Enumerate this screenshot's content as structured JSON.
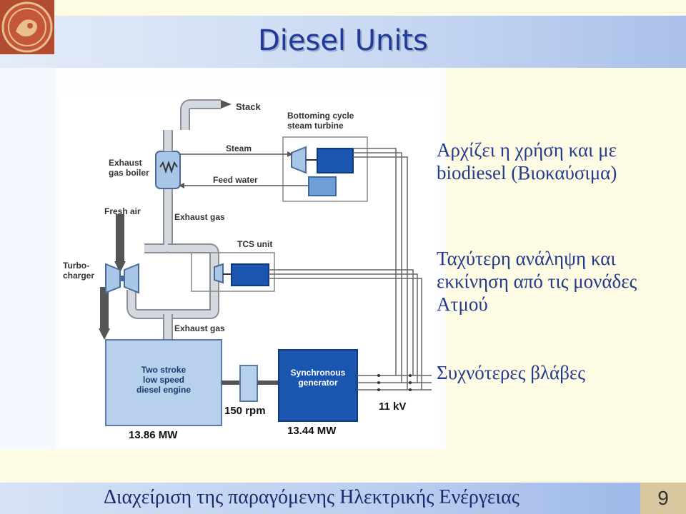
{
  "slide": {
    "title": "Diesel Units",
    "bullets": [
      "Αρχίζει η χρήση και με biodiesel (Βιοκαύσιμα)",
      "Ταχύτερη ανάληψη και εκκίνηση από τις μονάδες Ατμού",
      "Συχνότερες βλάβες"
    ],
    "footer": "Διαχείριση της παραγόμενης Ηλεκτρικής Ενέργειας",
    "page_number": "9"
  },
  "diagram": {
    "stack": "Stack",
    "bottoming_cycle_1": "Bottoming cycle",
    "bottoming_cycle_2": "steam turbine",
    "steam": "Steam",
    "exhaust_boiler_1": "Exhaust",
    "exhaust_boiler_2": "gas boiler",
    "feed_water": "Feed water",
    "fresh_air": "Fresh air",
    "exhaust_gas_top": "Exhaust gas",
    "tcs_unit": "TCS unit",
    "turbocharger_1": "Turbo-",
    "turbocharger_2": "charger",
    "exhaust_gas_bottom": "Exhaust gas",
    "engine_1": "Two stroke",
    "engine_2": "low speed",
    "engine_3": "diesel engine",
    "generator_1": "Synchronous",
    "generator_2": "generator",
    "rpm": "150 rpm",
    "voltage": "11 kV",
    "engine_power": "13.86 MW",
    "generator_power": "13.44 MW"
  },
  "colors": {
    "title": "#1f3a9a",
    "text": "#243a8c",
    "pipe": "#c8ced6",
    "engine_fill": "#b7d0ec",
    "generator_fill": "#1a56b0"
  }
}
